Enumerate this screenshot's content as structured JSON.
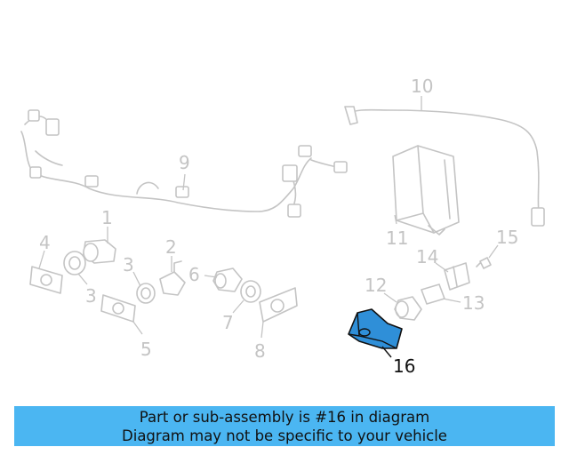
{
  "callouts": {
    "c1": "1",
    "c2": "2",
    "c3a": "3",
    "c3b": "3",
    "c4": "4",
    "c5": "5",
    "c6": "6",
    "c7": "7",
    "c8": "8",
    "c9": "9",
    "c10": "10",
    "c11": "11",
    "c12": "12",
    "c13": "13",
    "c14": "14",
    "c15": "15",
    "c16": "16"
  },
  "highlight": {
    "part_number": "16",
    "color": "#2f8fd8"
  },
  "banner": {
    "line1": "Part or sub-assembly is #16 in diagram",
    "line2": "Diagram may not be specific to your vehicle",
    "background": "#4bb6f2"
  }
}
